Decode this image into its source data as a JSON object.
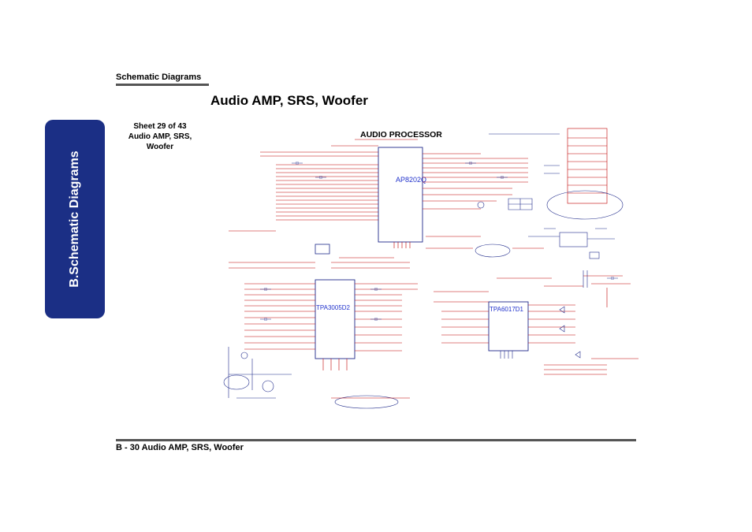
{
  "side_tab": {
    "label": "B.Schematic Diagrams"
  },
  "header": {
    "section_label": "Schematic  Diagrams"
  },
  "title": "Audio AMP, SRS, Woofer",
  "sheet_info": {
    "lines": [
      "Sheet 29 of 43",
      "Audio AMP, SRS,",
      "Woofer"
    ]
  },
  "schematic": {
    "block_title": "AUDIO PROCESSOR",
    "chips": {
      "processor": "AP8202Q",
      "amp_left": "TPA3005D2",
      "amp_right": "TPA6017D1"
    }
  },
  "footer": {
    "text": "B - 30 Audio AMP, SRS, Woofer"
  },
  "colors": {
    "side_tab_bg": "#1b2f85",
    "wire_red": "#c00000",
    "wire_blue": "#1f2a8a",
    "chip_label_blue": "#2233cc"
  }
}
